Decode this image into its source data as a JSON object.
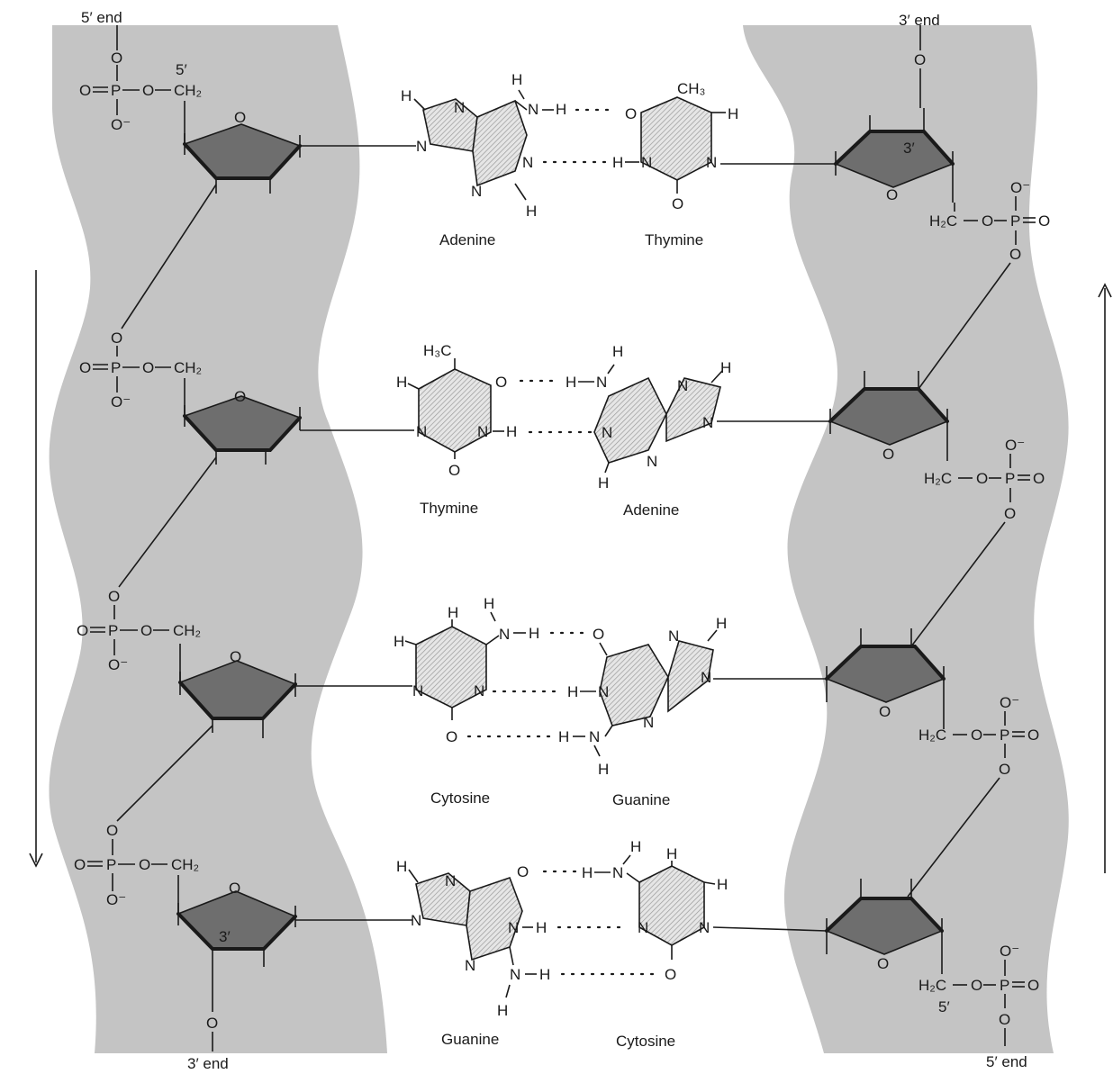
{
  "strand_ends": {
    "left_top": "5′ end",
    "left_bottom": "3′ end",
    "right_top": "3′ end",
    "right_bottom": "5′ end"
  },
  "carbon_labels": {
    "five_prime": "5′",
    "three_prime": "3′"
  },
  "base_pairs": [
    {
      "left": "Adenine",
      "right": "Thymine"
    },
    {
      "left": "Thymine",
      "right": "Adenine"
    },
    {
      "left": "Cytosine",
      "right": "Guanine"
    },
    {
      "left": "Guanine",
      "right": "Cytosine"
    }
  ],
  "atoms": {
    "O": "O",
    "P": "P",
    "N": "N",
    "H": "H",
    "C": "C",
    "O_minus": "O⁻",
    "CH3": "CH₃",
    "H3C": "H₃C",
    "CH2": "CH₂",
    "H2C": "H₂C"
  },
  "colors": {
    "backbone": "#c4c4c4",
    "sugar": "#6e6e6e",
    "ink": "#1a1a1a"
  }
}
